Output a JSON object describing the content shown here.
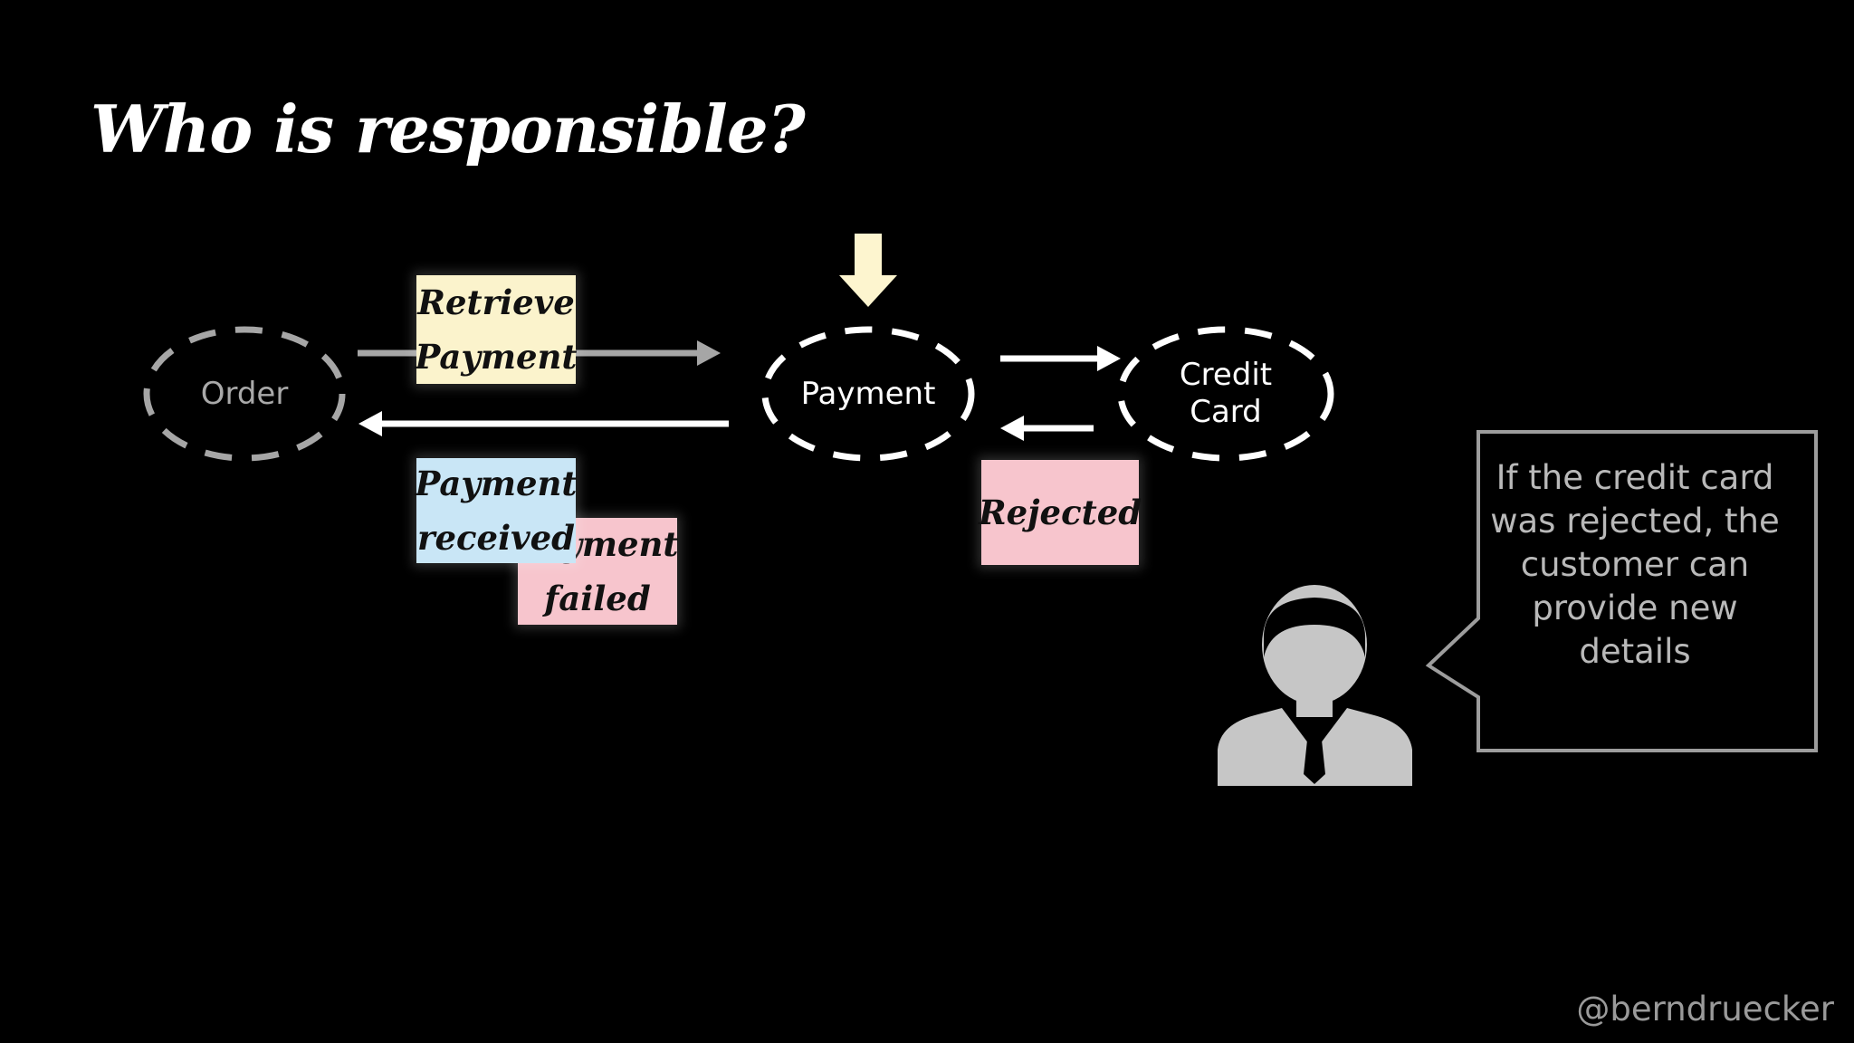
{
  "slide": {
    "title": "Who is responsible?",
    "handle": "@berndruecker"
  },
  "nodes": {
    "order": "Order",
    "payment": "Payment",
    "credit_card_line1": "Credit",
    "credit_card_line2": "Card"
  },
  "stickies": {
    "retrieve_payment": [
      "Retrieve",
      "Payment"
    ],
    "payment_received": [
      "Payment",
      "received"
    ],
    "payment_failed": [
      "Payment",
      "failed"
    ],
    "rejected": "Rejected"
  },
  "callout": {
    "text": "If the credit card was rejected, the customer can provide new details"
  },
  "icons": {
    "focus_arrow": "down-arrow-icon",
    "person": "customer-person-icon"
  },
  "colors": {
    "background": "#000000",
    "sticky_yellow": "#fbf3cc",
    "sticky_blue": "#c9e6f6",
    "sticky_pink": "#f7c5cd",
    "focus_arrow": "#fdf5cf",
    "muted": "#b9b9b9"
  }
}
